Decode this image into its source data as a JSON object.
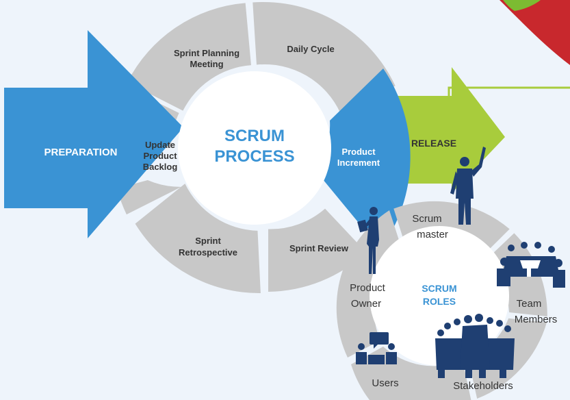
{
  "colors": {
    "background": "#eef4fb",
    "segment_gray": "#c8c8c8",
    "blue": "#3a93d4",
    "green": "#a8cc3c",
    "red": "#c8282d",
    "white": "#ffffff",
    "figure_navy": "#1f3f72",
    "text_dark": "#333333"
  },
  "process": {
    "title_line1": "SCRUM",
    "title_line2": "PROCESS",
    "segments": {
      "sprint_planning": [
        "Sprint Planning",
        "Meeting"
      ],
      "daily_cycle": [
        "Daily Cycle"
      ],
      "update_backlog": [
        "Update",
        "Product",
        "Backlog"
      ],
      "product_increment": [
        "Product",
        "Increment"
      ],
      "sprint_review": [
        "Sprint Review"
      ],
      "sprint_retrospective": [
        "Sprint",
        "Retrospective"
      ]
    }
  },
  "preparation_label": "PREPARATION",
  "release_label": "RELEASE",
  "roles": {
    "title_line1": "SCRUM",
    "title_line2": "ROLES",
    "scrum_master": [
      "Scrum",
      "master"
    ],
    "team_members": [
      "Team",
      "Members"
    ],
    "stakeholders": [
      "Stakeholders"
    ],
    "users": [
      "Users"
    ],
    "product_owner": [
      "Product",
      "Owner"
    ]
  },
  "icons": {
    "preparation_arrow": "arrow-right-icon",
    "release_arrow": "arrow-right-icon",
    "scrum_master_figure": "businessman-pointing-icon",
    "product_owner_figure": "businesswoman-clipboard-icon",
    "team_meeting": "team-meeting-icon",
    "stakeholders_group": "crowd-icon",
    "users_chat": "users-chat-icon",
    "corner_decoration": "badge-icon"
  }
}
